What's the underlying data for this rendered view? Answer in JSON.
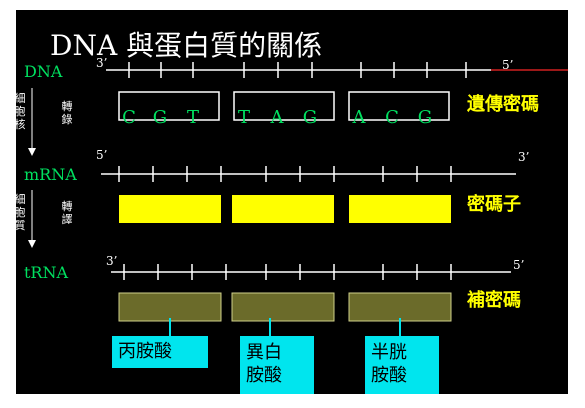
{
  "title": "DNA 與蛋白質的關係",
  "rows": {
    "dna": {
      "label": "DNA",
      "left_end": "3’",
      "right_end": "5’"
    },
    "mrna": {
      "label": "mRNA",
      "left_end": "5’",
      "right_end": "3’"
    },
    "trna": {
      "label": "tRNA",
      "left_end": "3’",
      "right_end": "5’"
    }
  },
  "dna_bases": [
    "C",
    "G",
    "T",
    "T",
    "A",
    "G",
    "A",
    "C",
    "G"
  ],
  "processes": {
    "step1": {
      "location": [
        "細",
        "胞",
        "核"
      ],
      "name": [
        "轉",
        "錄"
      ]
    },
    "step2": {
      "location": [
        "細",
        "胞",
        "質"
      ],
      "name": [
        "轉",
        "譯"
      ]
    }
  },
  "right_labels": {
    "dna": "遺傳密碼",
    "mrna": "密碼子",
    "trna": "補密碼"
  },
  "amino_acids": [
    {
      "lines": [
        "丙胺酸"
      ]
    },
    {
      "lines": [
        "異白",
        "胺酸"
      ]
    },
    {
      "lines": [
        "半胱",
        "胺酸"
      ]
    }
  ],
  "colors": {
    "background": "#000000",
    "title": "#ffffff",
    "row_label": "#00e060",
    "accent_yellow": "#ffff00",
    "codon_fill": "#ffff00",
    "anticodon_fill": "#6b6b2a",
    "amino_acid_box": "#00e5ee",
    "dna_extension_line": "#d02020"
  }
}
